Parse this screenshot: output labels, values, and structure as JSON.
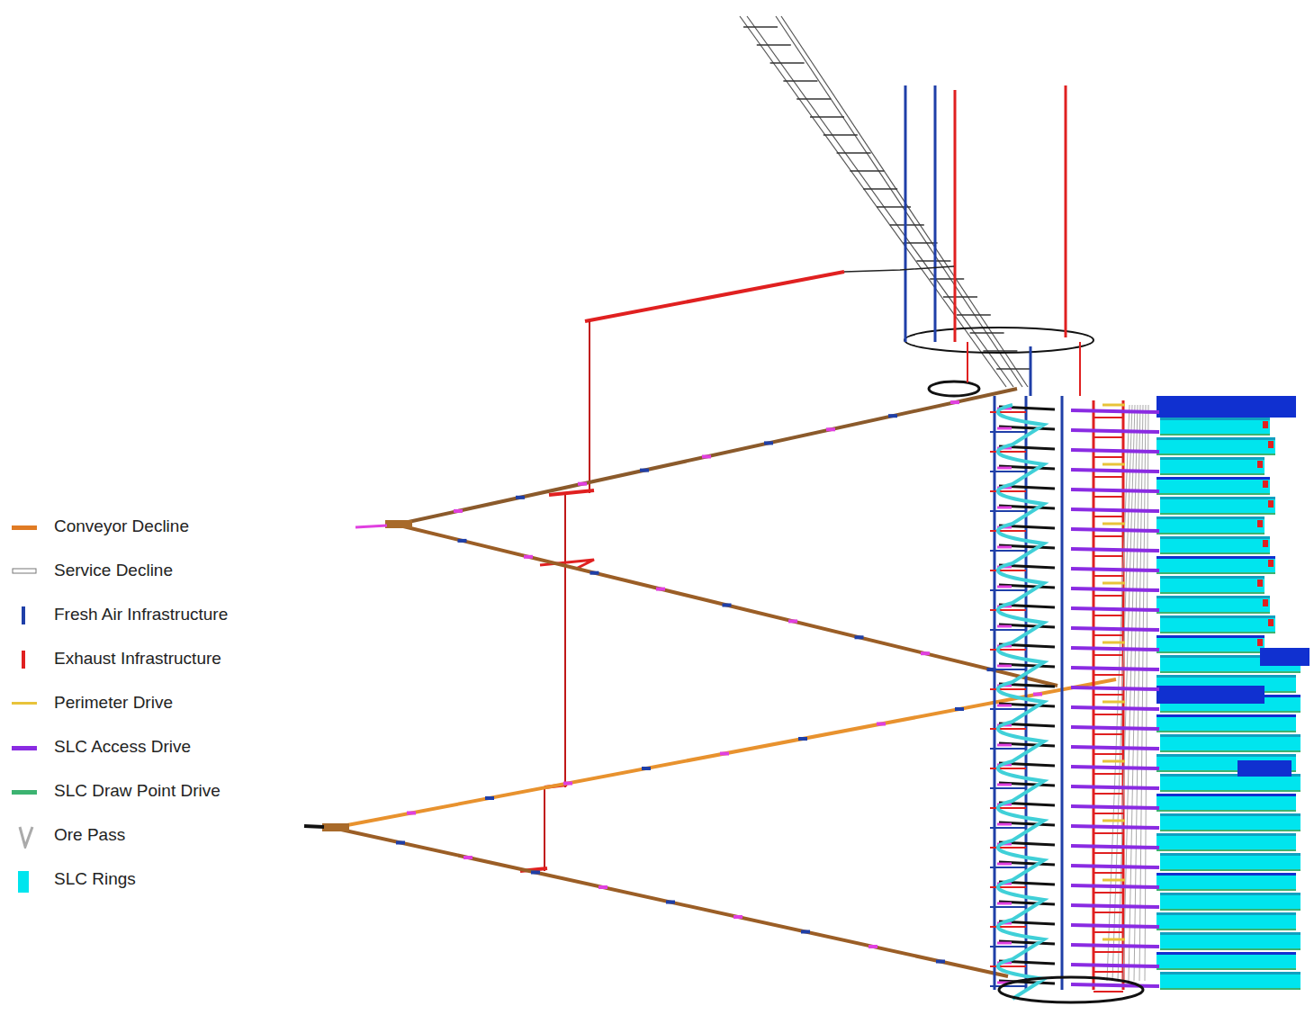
{
  "diagram": {
    "legend": [
      {
        "text": "Conveyor Decline",
        "color": "#e07b24"
      },
      {
        "text": "Service Decline"
      },
      {
        "text": "Fresh Air Infrastructure",
        "color": "#1f3fa8"
      },
      {
        "text": "Exhaust Infrastructure",
        "color": "#e02020"
      },
      {
        "text": "Perimeter Drive",
        "color": "#e8c33a"
      },
      {
        "text": "SLC Access Drive",
        "color": "#8a2be2"
      },
      {
        "text": "SLC Draw Point Drive",
        "color": "#3cb371"
      },
      {
        "text": "Ore Pass"
      },
      {
        "text": "SLC Rings",
        "color": "#00e5ee"
      }
    ]
  }
}
